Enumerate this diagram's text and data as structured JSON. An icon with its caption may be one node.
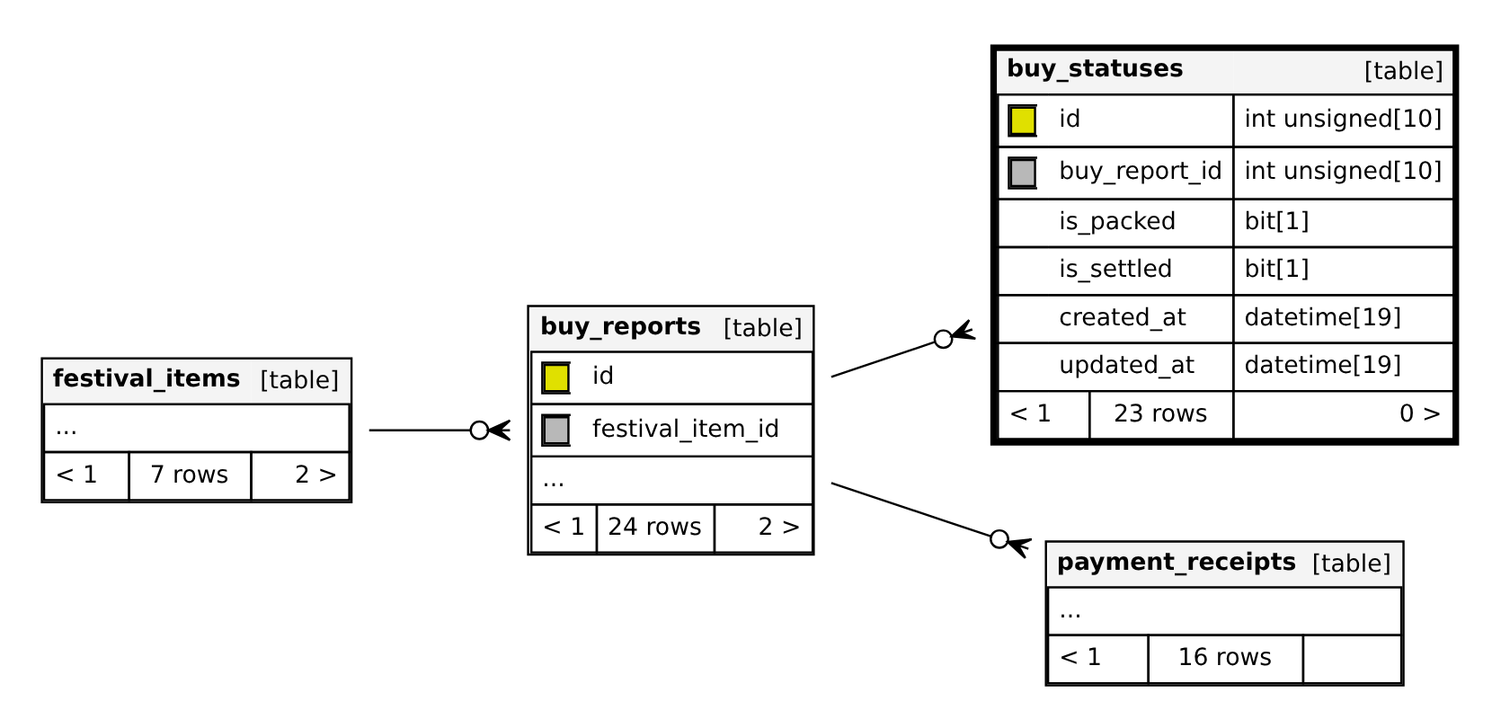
{
  "diagram": {
    "nodes": [
      {
        "text": [
          "festival_items",
          "[table]",
          "...",
          "< 1",
          "7 rows",
          "2 >"
        ]
      },
      {
        "text": [
          "buy_reports",
          "[table]",
          "id",
          "festival_item_id",
          "...",
          "< 1",
          "24 rows",
          "2 >"
        ]
      },
      {
        "text": [
          "buy_statuses",
          "[table]",
          "id",
          "int unsigned[10]",
          "buy_report_id",
          "int unsigned[10]",
          "is_packed",
          "bit[1]",
          "is_settled",
          "bit[1]",
          "created_at",
          "datetime[19]",
          "updated_at",
          "datetime[19]",
          "< 1",
          "23 rows",
          "0 >"
        ]
      },
      {
        "text": [
          "payment_receipts",
          "[table]",
          "...",
          "< 1",
          "16 rows"
        ]
      }
    ],
    "edges": [
      {
        "from": 0,
        "to": 1,
        "arrow": "other"
      },
      {
        "from": 1,
        "to": 2,
        "arrow": "other"
      },
      {
        "from": 1,
        "to": 3,
        "arrow": "other"
      }
    ]
  }
}
